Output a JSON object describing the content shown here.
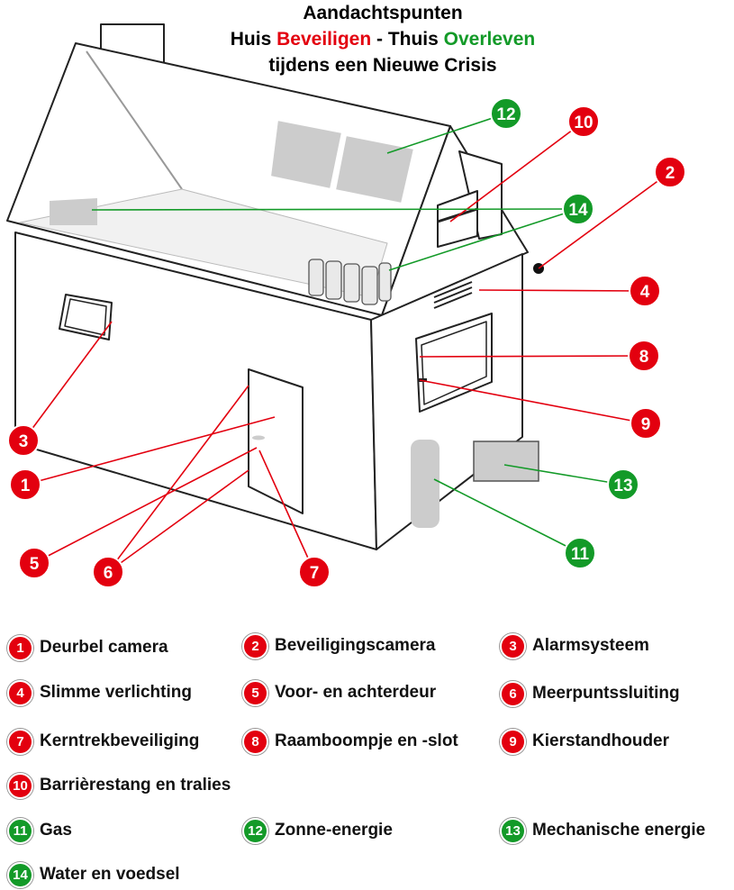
{
  "title": {
    "line1": "Aandachtspunten",
    "line2_a": "Huis ",
    "line2_red": "Beveiligen",
    "line2_b": " - Thuis ",
    "line2_green": "Overleven",
    "line3": "tijdens een Nieuwe Crisis"
  },
  "colors": {
    "security": "#e3000f",
    "survival": "#139a28",
    "panel": "#cccccc"
  },
  "callouts": [
    {
      "num": "1",
      "group": "security"
    },
    {
      "num": "2",
      "group": "security"
    },
    {
      "num": "3",
      "group": "security"
    },
    {
      "num": "4",
      "group": "security"
    },
    {
      "num": "5",
      "group": "security"
    },
    {
      "num": "6",
      "group": "security"
    },
    {
      "num": "7",
      "group": "security"
    },
    {
      "num": "8",
      "group": "security"
    },
    {
      "num": "9",
      "group": "security"
    },
    {
      "num": "10",
      "group": "security"
    },
    {
      "num": "11",
      "group": "survival"
    },
    {
      "num": "12",
      "group": "survival"
    },
    {
      "num": "13",
      "group": "survival"
    },
    {
      "num": "14",
      "group": "survival"
    }
  ],
  "legend": [
    {
      "num": "1",
      "label": "Deurbel camera",
      "group": "security"
    },
    {
      "num": "2",
      "label": "Beveiligingscamera",
      "group": "security"
    },
    {
      "num": "3",
      "label": "Alarmsysteem",
      "group": "security"
    },
    {
      "num": "4",
      "label": "Slimme verlichting",
      "group": "security"
    },
    {
      "num": "5",
      "label": "Voor- en achterdeur",
      "group": "security"
    },
    {
      "num": "6",
      "label": "Meerpuntssluiting",
      "group": "security"
    },
    {
      "num": "7",
      "label": "Kerntrekbeveiliging",
      "group": "security"
    },
    {
      "num": "8",
      "label": "Raamboompje en -slot",
      "group": "security"
    },
    {
      "num": "9",
      "label": "Kierstandhouder",
      "group": "security"
    },
    {
      "num": "10",
      "label": "Barrièrestang en tralies",
      "group": "security"
    },
    {
      "num": "11",
      "label": "Gas",
      "group": "survival"
    },
    {
      "num": "12",
      "label": "Zonne-energie",
      "group": "survival"
    },
    {
      "num": "13",
      "label": "Mechanische energie",
      "group": "survival"
    },
    {
      "num": "14",
      "label": "Water en voedsel",
      "group": "survival"
    }
  ]
}
